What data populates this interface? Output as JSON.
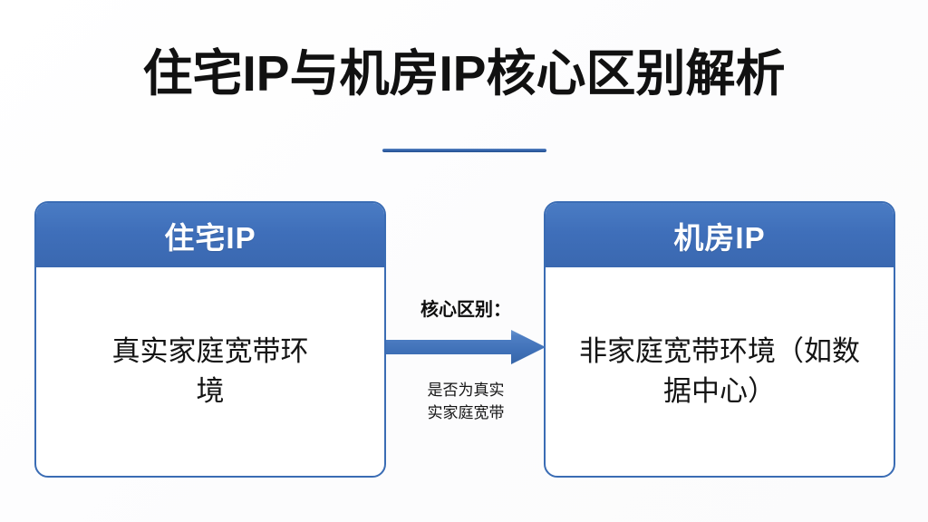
{
  "slide": {
    "title": "住宅IP与机房IP核心区别解析",
    "accent_color": "#3a6cb4",
    "header_color": "#3f6fba",
    "background_color": "#fdfdfd",
    "text_color": "#141414"
  },
  "cards": [
    {
      "id": "residential-ip",
      "header": "住宅IP",
      "body": "真实家庭宽带环境"
    },
    {
      "id": "datacenter-ip",
      "header": "机房IP",
      "body": "非家庭宽带环境（如数据中心）"
    }
  ],
  "connector": {
    "label": "核心区别：",
    "sub_line1": "是否为真实",
    "sub_line2": "实家庭宽带",
    "arrow_direction": "right",
    "arrow_color": "#4a7cc4"
  }
}
